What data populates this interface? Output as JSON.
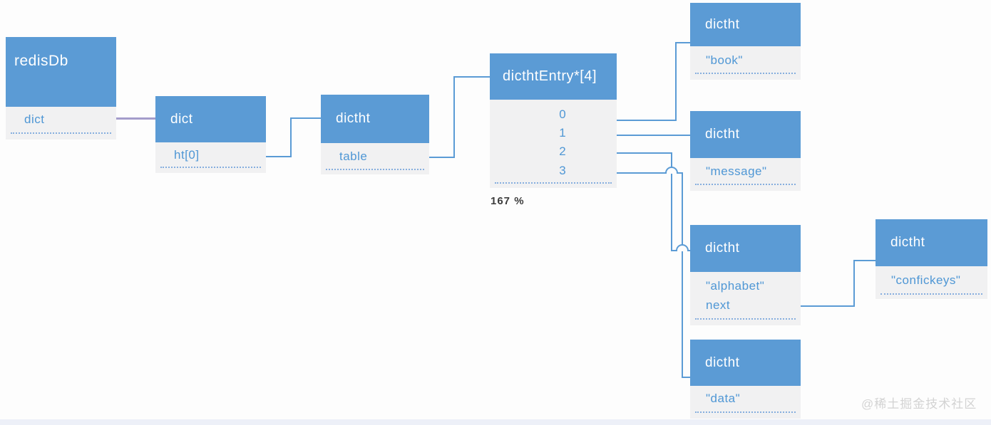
{
  "diagram": {
    "zoom_indicator": "167 %",
    "watermark": "@稀土掘金技术社区",
    "boxes": {
      "redisDb": {
        "title": "redisDb",
        "fields": [
          "dict"
        ]
      },
      "dict": {
        "title": "dict",
        "fields": [
          "ht[0]"
        ]
      },
      "dictht": {
        "title": "dictht",
        "fields": [
          "table"
        ]
      },
      "dicthtEntry": {
        "title": "dicthtEntry*[4]",
        "rows": [
          "0",
          "1",
          "2",
          "3"
        ]
      },
      "entry_book": {
        "title": "dictht",
        "fields": [
          "\"book\""
        ]
      },
      "entry_message": {
        "title": "dictht",
        "fields": [
          "\"message\""
        ]
      },
      "entry_alphabet": {
        "title": "dictht",
        "fields": [
          "\"alphabet\"",
          "next"
        ]
      },
      "entry_data": {
        "title": "dictht",
        "fields": [
          "\"data\""
        ]
      },
      "entry_confickeys": {
        "title": "dictht",
        "fields": [
          "\"confickeys\""
        ]
      }
    },
    "colors": {
      "header_blue": "#5b9bd5",
      "body_gray": "#f1f1f2",
      "field_text_blue": "#4f97d5",
      "connector_blue": "#5b9bd5",
      "connector_purple": "#a49dcb",
      "dotted_line": "#86aede",
      "watermark_gray": "#d3d3d3",
      "bottom_strip": "#edf0f8"
    }
  }
}
